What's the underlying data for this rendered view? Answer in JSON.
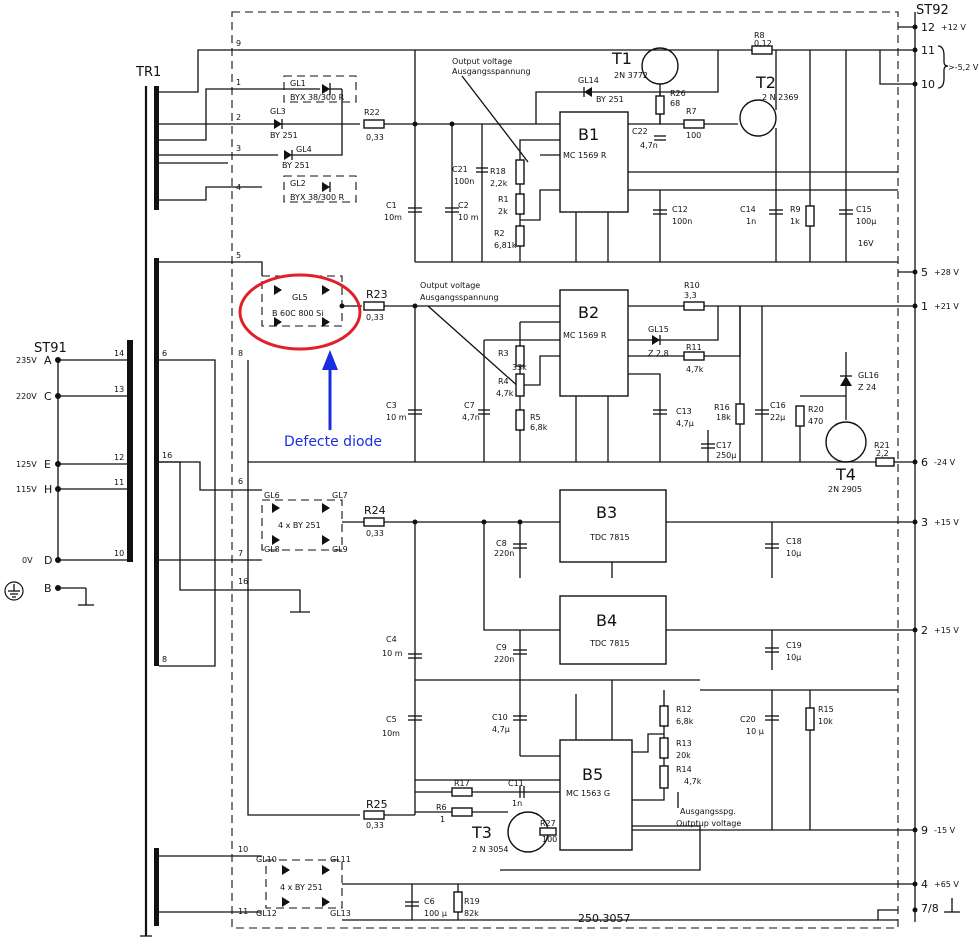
{
  "connectors": {
    "st91": "ST91",
    "st92": "ST92",
    "tr1": "TR1"
  },
  "inputs": [
    {
      "volt": "235V",
      "pin": "A"
    },
    {
      "volt": "220V",
      "pin": "C"
    },
    {
      "volt": "125V",
      "pin": "E"
    },
    {
      "volt": "115V",
      "pin": "H"
    },
    {
      "volt": "0V",
      "pin": "D"
    },
    {
      "volt": "",
      "pin": "B"
    }
  ],
  "primary_pins": [
    "14",
    "13",
    "12",
    "11",
    "10"
  ],
  "secondary_pins": [
    "9",
    "1",
    "2",
    "3",
    "4",
    "5",
    "6",
    "8",
    "16",
    "7",
    "6",
    "16",
    "8",
    "10",
    "11"
  ],
  "outputs": [
    {
      "pin": "12",
      "label": "+12 V"
    },
    {
      "pin": "11",
      "label": ""
    },
    {
      "pin": "10",
      "label": ">-5,2 V"
    },
    {
      "pin": "5",
      "label": "+28 V"
    },
    {
      "pin": "1",
      "label": "+21 V"
    },
    {
      "pin": "6",
      "label": "-24 V"
    },
    {
      "pin": "3",
      "label": "+15 V"
    },
    {
      "pin": "2",
      "label": "+15 V"
    },
    {
      "pin": "9",
      "label": "-15 V"
    },
    {
      "pin": "4",
      "label": "+65 V"
    },
    {
      "pin": "7/8",
      "label": ""
    }
  ],
  "ics": {
    "b1": {
      "name": "B1",
      "part": "MC 1569 R"
    },
    "b2": {
      "name": "B2",
      "part": "MC 1569 R"
    },
    "b3": {
      "name": "B3",
      "part": "TDC 7815"
    },
    "b4": {
      "name": "B4",
      "part": "TDC 7815"
    },
    "b5": {
      "name": "B5",
      "part": "MC 1563 G"
    }
  },
  "transistors": {
    "t1": {
      "name": "T1",
      "part": "2N 3772"
    },
    "t2": {
      "name": "T2",
      "part": "2 N 2369"
    },
    "t3": {
      "name": "T3",
      "part": "2 N 3054"
    },
    "t4": {
      "name": "T4",
      "part": "2N 2905"
    }
  },
  "diodes": {
    "gl1": {
      "name": "GL1",
      "part": "BYX 38/300 R"
    },
    "gl2": {
      "name": "GL2",
      "part": "BYX 38/300 R"
    },
    "gl3": {
      "name": "GL3",
      "part": "BY 251"
    },
    "gl4": {
      "name": "GL4",
      "part": "BY 251"
    },
    "gl5": {
      "name": "GL5",
      "part": "B 60C 800 Si"
    },
    "gl6_9": {
      "names": [
        "GL6",
        "GL7",
        "GL8",
        "GL9"
      ],
      "part": "4 x BY 251"
    },
    "gl10_13": {
      "names": [
        "GL10",
        "GL11",
        "GL12",
        "GL13"
      ],
      "part": "4 x BY 251"
    },
    "gl14": {
      "name": "GL14",
      "part": "BY 251"
    },
    "gl15": {
      "name": "GL15",
      "part": "Z 2,8"
    },
    "gl16": {
      "name": "GL16",
      "part": "Z 24"
    }
  },
  "resistors": {
    "r1": {
      "name": "R1",
      "value": "2k"
    },
    "r2": {
      "name": "R2",
      "value": "6,81k"
    },
    "r3": {
      "name": "R3",
      "value": "33k"
    },
    "r4": {
      "name": "R4",
      "value": "4,7k"
    },
    "r5": {
      "name": "R5",
      "value": "6,8k"
    },
    "r6": {
      "name": "R6",
      "value": "1"
    },
    "r7": {
      "name": "R7",
      "value": "100"
    },
    "r8": {
      "name": "R8",
      "value": "0,12"
    },
    "r9": {
      "name": "R9",
      "value": "1k"
    },
    "r10": {
      "name": "R10",
      "value": "3,3"
    },
    "r11": {
      "name": "R11",
      "value": "4,7k"
    },
    "r12": {
      "name": "R12",
      "value": "6,8k"
    },
    "r13": {
      "name": "R13",
      "value": "20k"
    },
    "r14": {
      "name": "R14",
      "value": "4,7k"
    },
    "r15": {
      "name": "R15",
      "value": "10k"
    },
    "r16": {
      "name": "R16",
      "value": "18k"
    },
    "r17": {
      "name": "R17",
      "value": ""
    },
    "r18": {
      "name": "R18",
      "value": "2,2k"
    },
    "r19": {
      "name": "R19",
      "value": "82k"
    },
    "r20": {
      "name": "R20",
      "value": "470"
    },
    "r21": {
      "name": "R21",
      "value": "2,2"
    },
    "r22": {
      "name": "R22",
      "value": "0,33"
    },
    "r23": {
      "name": "R23",
      "value": "0,33"
    },
    "r24": {
      "name": "R24",
      "value": "0,33"
    },
    "r25": {
      "name": "R25",
      "value": "0,33"
    },
    "r26": {
      "name": "R26",
      "value": "68"
    },
    "r27": {
      "name": "R27",
      "value": "100"
    }
  },
  "capacitors": {
    "c1": {
      "name": "C1",
      "value": "10m"
    },
    "c2": {
      "name": "C2",
      "value": "10 m"
    },
    "c3": {
      "name": "C3",
      "value": "10 m"
    },
    "c4": {
      "name": "C4",
      "value": "10 m"
    },
    "c5": {
      "name": "C5",
      "value": "10m"
    },
    "c6": {
      "name": "C6",
      "value": "100 µ"
    },
    "c7": {
      "name": "C7",
      "value": "4,7n"
    },
    "c8": {
      "name": "C8",
      "value": "220n"
    },
    "c9": {
      "name": "C9",
      "value": "220n"
    },
    "c10": {
      "name": "C10",
      "value": "4,7µ"
    },
    "c11": {
      "name": "C11",
      "value": "1n"
    },
    "c12": {
      "name": "C12",
      "value": "100n"
    },
    "c13": {
      "name": "C13",
      "value": "4,7µ"
    },
    "c14": {
      "name": "C14",
      "value": "1n"
    },
    "c15": {
      "name": "C15",
      "value": "100µ"
    },
    "c15v": "16V",
    "c16": {
      "name": "C16",
      "value": "22µ"
    },
    "c17": {
      "name": "C17",
      "value": "250µ"
    },
    "c18": {
      "name": "C18",
      "value": "10µ"
    },
    "c19": {
      "name": "C19",
      "value": "10µ"
    },
    "c20": {
      "name": "C20",
      "value": "10 µ"
    },
    "c21": {
      "name": "C21",
      "value": "100n"
    },
    "c22": {
      "name": "C22",
      "value": "4,7n"
    }
  },
  "annotations": {
    "output_voltage_1": "Output voltage",
    "ausgang_1": "Ausgangsspannung",
    "output_voltage_2": "Output voltage",
    "ausgang_2": "Ausgangsspannung",
    "ausgang_3": "Ausgangsspg.",
    "output_voltage_3": "Outptup voltage",
    "defect": "Defecte diode",
    "board_no": "250.3057"
  },
  "colors": {
    "highlight_circle": "#e0202a",
    "arrow": "#1a2ee0",
    "defect_text": "#1a2ee0"
  }
}
